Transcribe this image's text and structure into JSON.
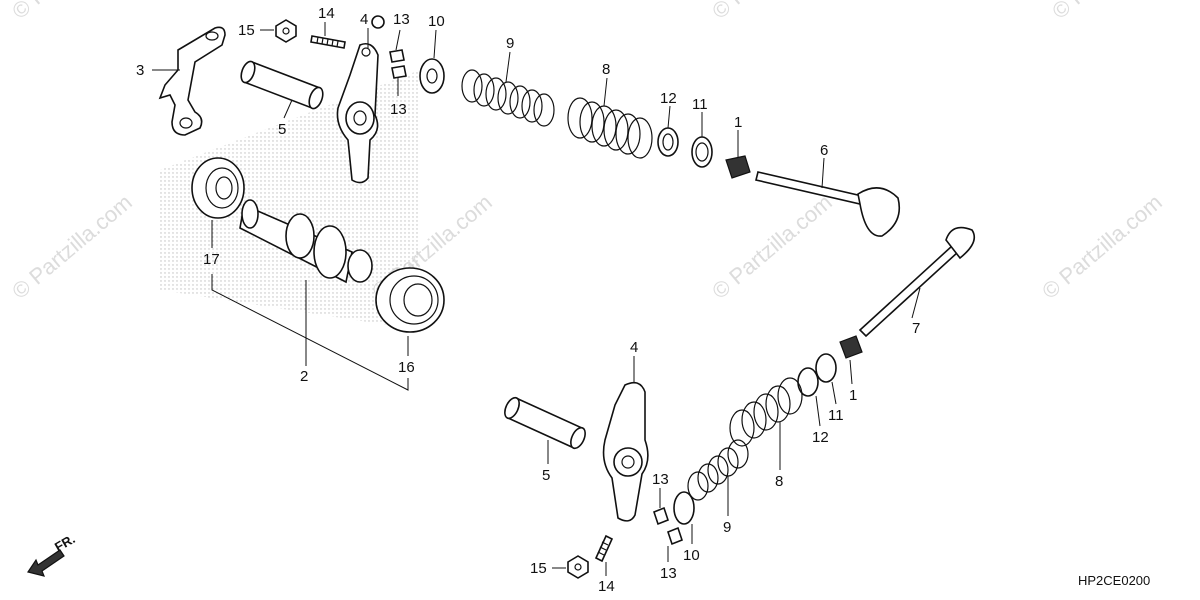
{
  "watermark": "© Partzilla.com",
  "diagram_code": "HP2CE0200",
  "front_label": "FR.",
  "callouts": {
    "c1a": "1",
    "c1b": "1",
    "c2": "2",
    "c3": "3",
    "c4a": "4",
    "c4b": "4",
    "c5a": "5",
    "c5b": "5",
    "c6": "6",
    "c7": "7",
    "c8a": "8",
    "c8b": "8",
    "c9a": "9",
    "c9b": "9",
    "c10a": "10",
    "c10b": "10",
    "c11a": "11",
    "c11b": "11",
    "c12a": "12",
    "c12b": "12",
    "c13a": "13",
    "c13b": "13",
    "c13c": "13",
    "c13d": "13",
    "c14a": "14",
    "c14b": "14",
    "c15a": "15",
    "c15b": "15",
    "c16": "16",
    "c17": "17"
  },
  "icons": {
    "front_arrow": "front-direction-arrow-icon"
  }
}
